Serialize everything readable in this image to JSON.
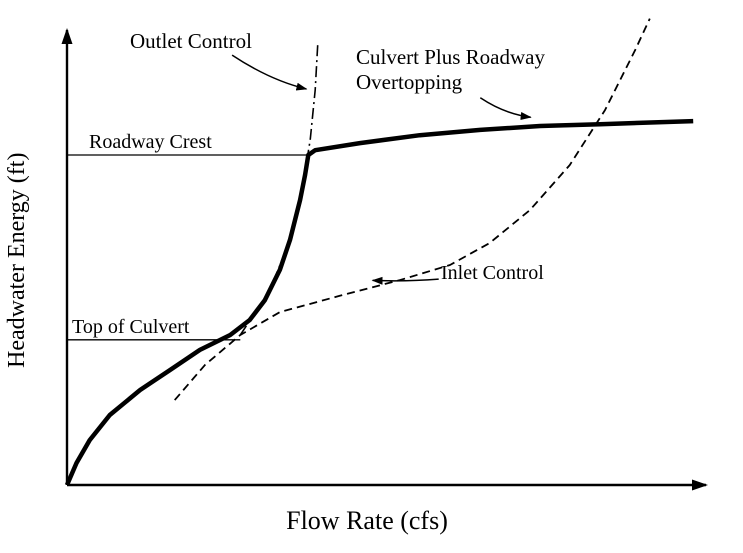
{
  "chart": {
    "xlabel": "Flow Rate (cfs)",
    "ylabel": "Headwater Energy (ft)"
  },
  "labels": {
    "outlet_control": "Outlet Control",
    "culvert_plus_line1": "Culvert Plus Roadway",
    "culvert_plus_line2": "Overtopping",
    "inlet_control": "Inlet Control",
    "roadway_crest": "Roadway Crest",
    "top_of_culvert": "Top of Culvert"
  },
  "colors": {
    "ink": "#000000",
    "background": "#ffffff"
  },
  "chart_data": {
    "type": "line",
    "title": "Culvert performance curve with roadway overtopping (conceptual, no numeric ticks)",
    "xlabel": "Flow Rate (cfs)",
    "ylabel": "Headwater Energy (ft)",
    "x_range": [
      0,
      100
    ],
    "y_range": [
      0,
      100
    ],
    "grid": false,
    "legend": "none (labels with arrows annotate each curve)",
    "reference_lines": [
      {
        "name": "Roadway Crest",
        "y": 75,
        "x_extent": [
          0,
          38.3
        ]
      },
      {
        "name": "Top of Culvert",
        "y": 33,
        "x_extent": [
          0,
          27.5
        ]
      }
    ],
    "series": [
      {
        "name": "Culvert Plus Roadway Overtopping (performance curve)",
        "style": "solid-thick",
        "points": [
          [
            0,
            0
          ],
          [
            1.5,
            5
          ],
          [
            3.6,
            10.2
          ],
          [
            6.8,
            15.9
          ],
          [
            11.6,
            21.6
          ],
          [
            16.3,
            26.1
          ],
          [
            21.1,
            30.7
          ],
          [
            25.9,
            34.1
          ],
          [
            29,
            37.5
          ],
          [
            31.4,
            42
          ],
          [
            33.8,
            48.9
          ],
          [
            35.4,
            55.7
          ],
          [
            37,
            64.8
          ],
          [
            37.8,
            70.5
          ],
          [
            38.3,
            75
          ],
          [
            39.4,
            76.1
          ],
          [
            46.5,
            77.7
          ],
          [
            56,
            79.5
          ],
          [
            65.6,
            80.7
          ],
          [
            75.1,
            81.6
          ],
          [
            84.6,
            82
          ],
          [
            99.4,
            82.7
          ]
        ]
      },
      {
        "name": "Outlet Control",
        "style": "dash-dot",
        "points": [
          [
            27.5,
            34.1
          ],
          [
            32.2,
            44.3
          ],
          [
            35.4,
            55.7
          ],
          [
            37.3,
            67
          ],
          [
            38.6,
            78.4
          ],
          [
            39.4,
            89.8
          ],
          [
            39.8,
            100
          ]
        ]
      },
      {
        "name": "Inlet Control",
        "style": "dashed",
        "points": [
          [
            17.1,
            19.3
          ],
          [
            21.9,
            27.3
          ],
          [
            27.5,
            34.1
          ],
          [
            33.8,
            39.3
          ],
          [
            43.3,
            43
          ],
          [
            52.9,
            46.6
          ],
          [
            60.8,
            50
          ],
          [
            67.1,
            55
          ],
          [
            73.5,
            62.5
          ],
          [
            79.8,
            72.7
          ],
          [
            85.4,
            85.2
          ],
          [
            90.2,
            98.9
          ],
          [
            92.5,
            106
          ]
        ]
      }
    ],
    "annotations": [
      {
        "text": "Outlet Control",
        "from": [
          26.2,
          97.7
        ],
        "ctrl": [
          32.2,
          92.0
        ],
        "to": [
          38.0,
          90.0
        ]
      },
      {
        "text": "Culvert Plus Roadway Overtopping",
        "from": [
          65.6,
          88.0
        ],
        "ctrl": [
          69.5,
          84.3
        ],
        "to": [
          73.6,
          83.6
        ]
      },
      {
        "text": "Inlet Control",
        "from": [
          59.0,
          46.8
        ],
        "ctrl": [
          53.7,
          46.2
        ],
        "to": [
          48.5,
          46.5
        ]
      }
    ]
  }
}
